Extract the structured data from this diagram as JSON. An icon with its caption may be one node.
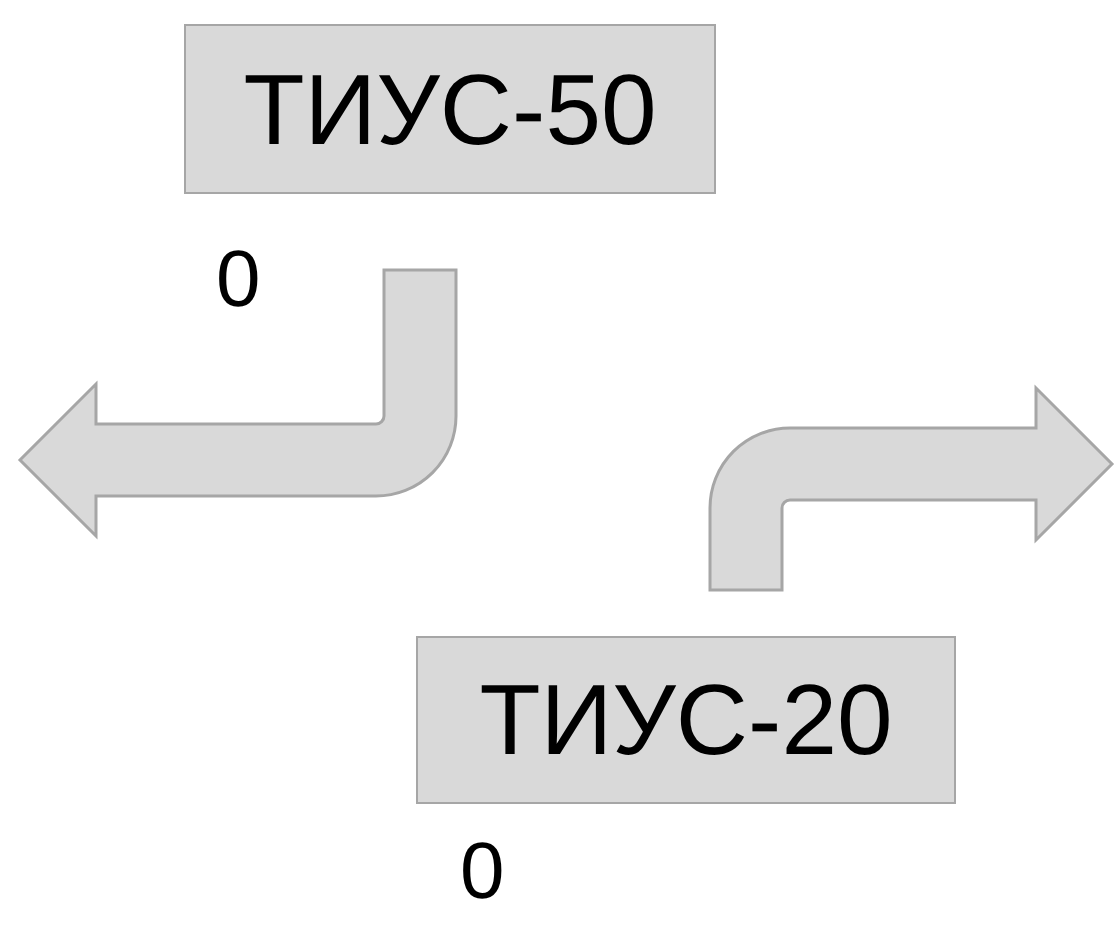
{
  "diagram": {
    "nodes": [
      {
        "text": [
          "ТИУС-50"
        ],
        "beside": [
          "0"
        ]
      },
      {
        "text": [
          "ТИУС-20"
        ],
        "beside": [
          "0"
        ]
      }
    ],
    "edges": [
      {
        "from": 0,
        "to": null,
        "arrow": "to"
      },
      {
        "from": 1,
        "to": null,
        "arrow": "to"
      }
    ]
  }
}
